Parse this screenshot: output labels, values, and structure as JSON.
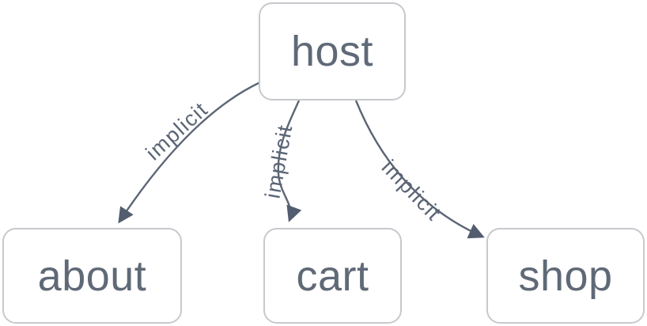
{
  "diagram": {
    "type": "graph",
    "nodes": [
      {
        "id": "host",
        "label": "host"
      },
      {
        "id": "about",
        "label": "about"
      },
      {
        "id": "cart",
        "label": "cart"
      },
      {
        "id": "shop",
        "label": "shop"
      }
    ],
    "edges": [
      {
        "from": "host",
        "to": "about",
        "label": "implicit"
      },
      {
        "from": "host",
        "to": "cart",
        "label": "implicit"
      },
      {
        "from": "host",
        "to": "shop",
        "label": "implicit"
      }
    ]
  },
  "colors": {
    "canvas-bg": "#ffffff",
    "node-bg": "#ffffff",
    "node-border": "#c6c9cd",
    "node-text": "#5f6977",
    "edge-stroke": "#5b6575",
    "edge-label": "#5b6575",
    "arrowhead": "#525d6f"
  }
}
